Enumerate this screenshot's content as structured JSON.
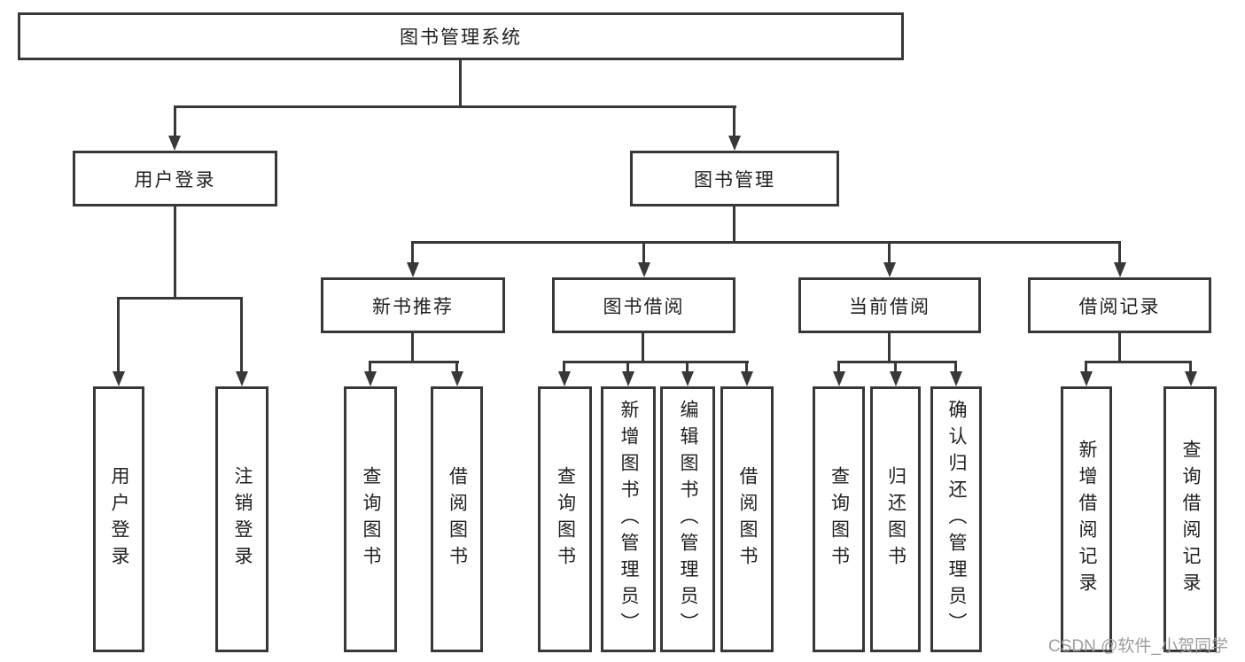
{
  "diagram_title": "图书管理系统",
  "root": {
    "label": "图书管理系统"
  },
  "level2": {
    "user_login": "用户登录",
    "book_mgmt": "图书管理"
  },
  "level3": {
    "new_book": "新书推荐",
    "book_borrow": "图书借阅",
    "current_borrow": "当前借阅",
    "borrow_record": "借阅记录"
  },
  "leaves": {
    "user_login_1": "用户登录",
    "user_login_2": "注销登录",
    "new_book_1": "查询图书",
    "new_book_2": "借阅图书",
    "book_borrow_1": "查询图书",
    "book_borrow_2": "新增图书（管理员）",
    "book_borrow_3": "编辑图书（管理员）",
    "book_borrow_4": "借阅图书",
    "current_borrow_1": "查询图书",
    "current_borrow_2": "归还图书",
    "current_borrow_3": "确认归还（管理员）",
    "borrow_record_1": "新增借阅记录",
    "borrow_record_2": "查询借阅记录"
  },
  "watermark": "CSDN @软件_小贺同学",
  "colors": {
    "line": "#383838",
    "text": "#1f1f1f",
    "watermark": "#9e9e9e",
    "background": "#ffffff"
  }
}
